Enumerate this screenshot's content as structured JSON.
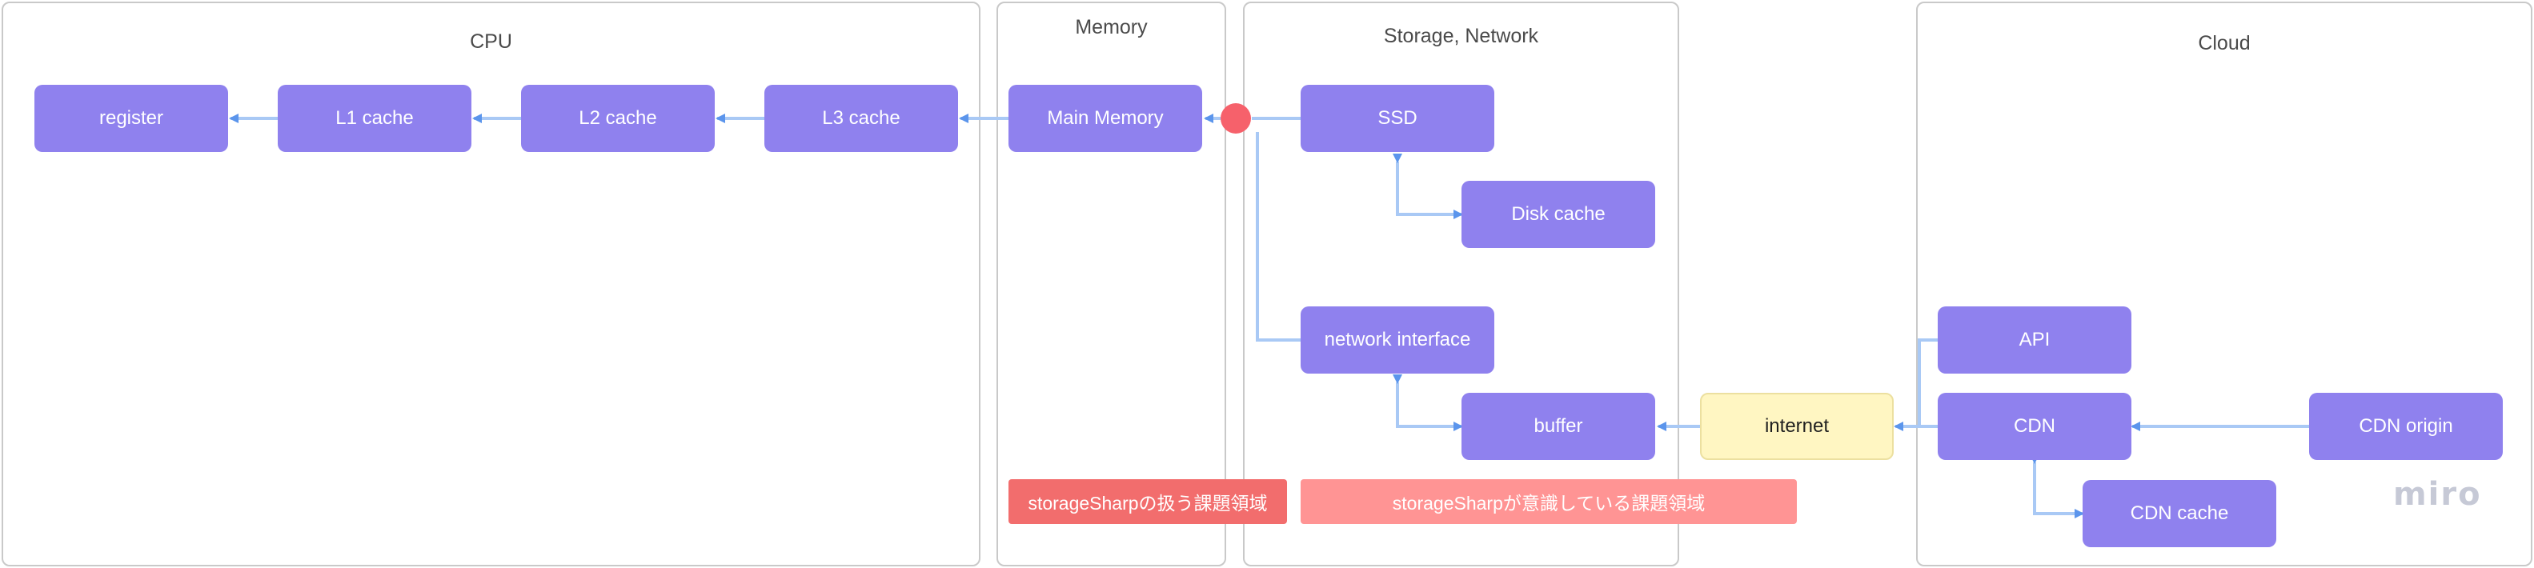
{
  "panels": {
    "cpu": "CPU",
    "memory": "Memory",
    "storage": "Storage, Network",
    "cloud": "Cloud"
  },
  "nodes": {
    "register": "register",
    "l1": "L1 cache",
    "l2": "L2 cache",
    "l3": "L3 cache",
    "main_memory": "Main Memory",
    "ssd": "SSD",
    "disk_cache": "Disk cache",
    "network_interface": "network interface",
    "buffer": "buffer",
    "internet": "internet",
    "api": "API",
    "cdn": "CDN",
    "cdn_origin": "CDN origin",
    "cdn_cache": "CDN cache"
  },
  "legend": {
    "primary": "storageSharpの扱う課題領域",
    "secondary": "storageSharpが意識している課題領域"
  },
  "colors": {
    "node": "#8f81ee",
    "connector": "#a9c9f5",
    "arrowhead": "#5b95ec",
    "junction": "#f6616b",
    "internet": "#fff6c2",
    "legend_primary": "#f26d6d",
    "legend_secondary": "#ff9494",
    "panel_border": "#c9c9c9"
  },
  "branding": {
    "logo": "miro"
  }
}
